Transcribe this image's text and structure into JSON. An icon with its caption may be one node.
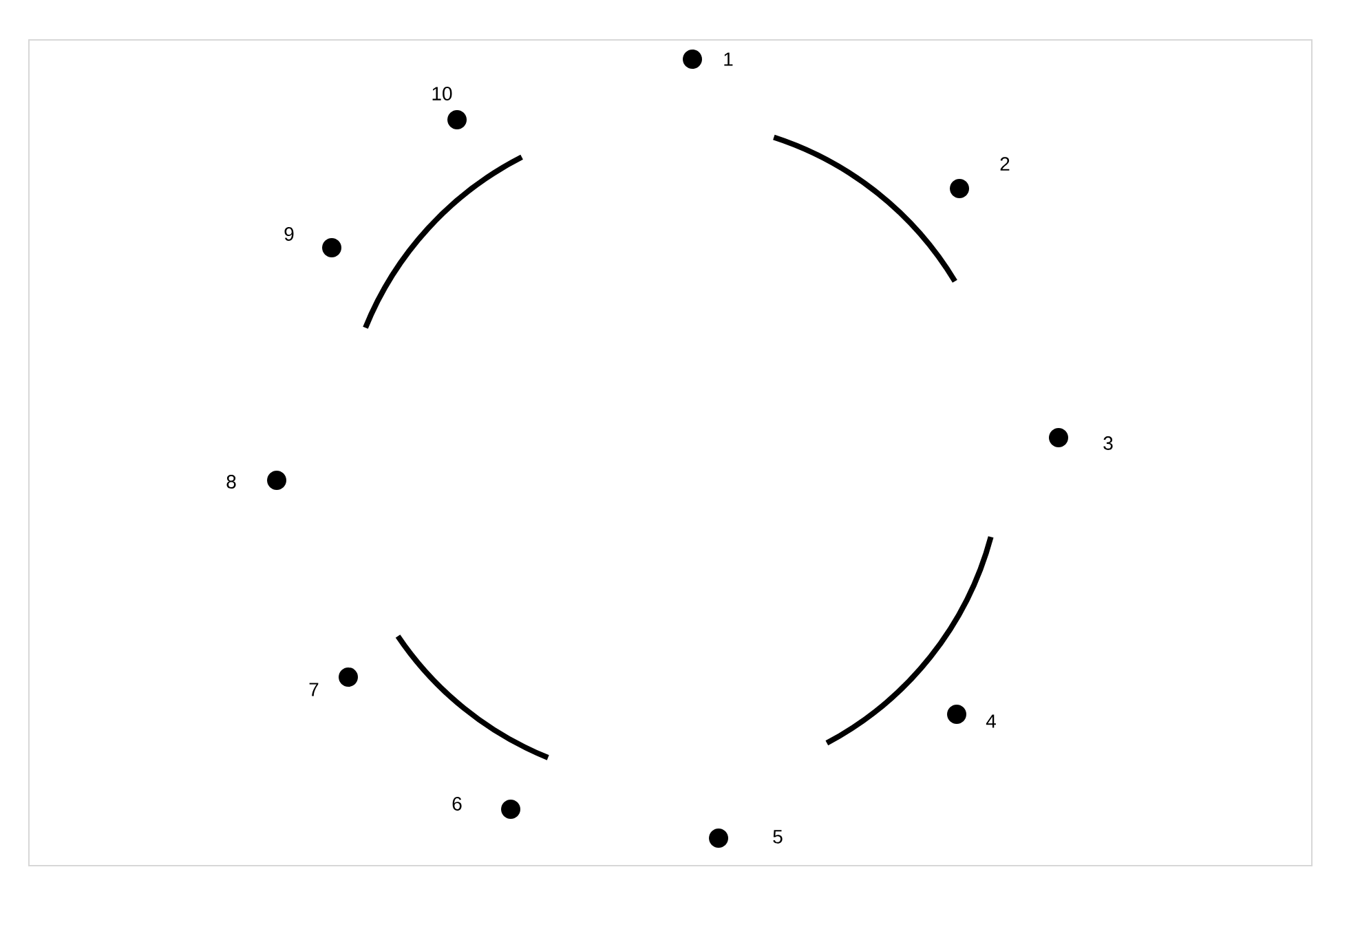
{
  "diagram": {
    "nodes": [
      {
        "text": [],
        "shape": "circle",
        "beside": [
          "1"
        ]
      },
      {
        "text": [],
        "shape": "circle",
        "beside": [
          "2"
        ]
      },
      {
        "text": [],
        "shape": "circle",
        "beside": [
          "3"
        ]
      },
      {
        "text": [],
        "shape": "circle",
        "beside": [
          "4"
        ]
      },
      {
        "text": [],
        "shape": "circle",
        "beside": [
          "5"
        ]
      },
      {
        "text": [],
        "shape": "circle",
        "beside": [
          "6"
        ]
      },
      {
        "text": [],
        "shape": "circle",
        "beside": [
          "7"
        ]
      },
      {
        "text": [],
        "shape": "circle",
        "beside": [
          "8"
        ]
      },
      {
        "text": [],
        "shape": "circle",
        "beside": [
          "9"
        ]
      },
      {
        "text": [],
        "shape": "circle",
        "beside": [
          "10"
        ]
      }
    ]
  }
}
